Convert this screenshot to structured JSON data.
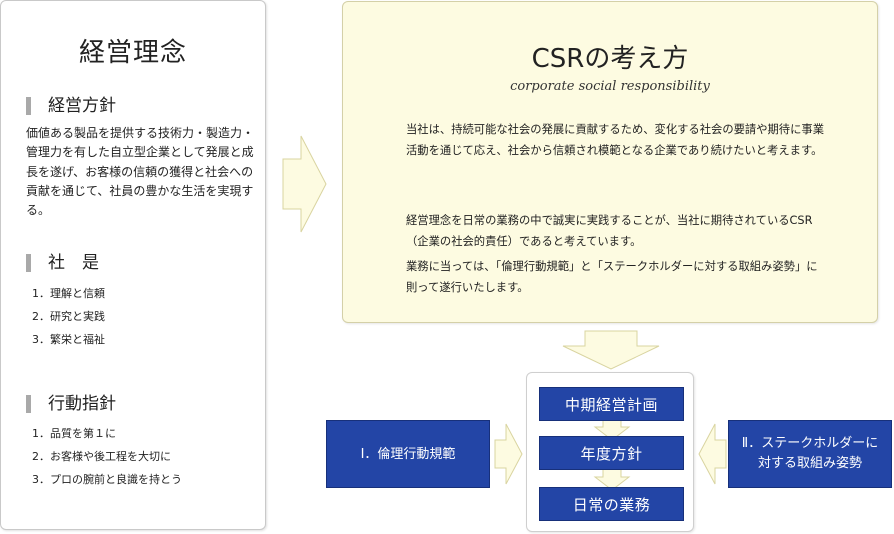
{
  "left_panel": {
    "title": "経営理念",
    "management_policy": {
      "heading": "経営方針",
      "text": "価値ある製品を提供する技術力・製造力・管理力を有した自立型企業として発展と成長を遂げ、お客様の信頼の獲得と社会への貢献を通じて、社員の豊かな生活を実現する。"
    },
    "company_motto": {
      "heading": "社　是",
      "items": [
        "1．理解と信頼",
        "2．研究と実践",
        "3．繁栄と福祉"
      ]
    },
    "code_of_conduct": {
      "heading": "行動指針",
      "items": [
        "1．品質を第１に",
        "2．お客様や後工程を大切に",
        "3．プロの腕前と良識を持とう"
      ]
    }
  },
  "csr_panel": {
    "title": "CSRの考え方",
    "subtitle": "corporate social responsibility",
    "paragraph1": "当社は、持続可能な社会の発展に貢献するため、変化する社会の要請や期待に事業活動を通じて応え、社会から信頼され模範となる企業であり続けたいと考えます。",
    "paragraph2": "経営理念を日常の業務の中で誠実に実践することが、当社に期待されているCSR（企業の社会的責任）であると考えています。",
    "paragraph3": "業務に当っては、「倫理行動規範」と「ステークホルダーに対する取組み姿勢」に則って遂行いたします。"
  },
  "flow": {
    "boxes": [
      "中期経営計画",
      "年度方針",
      "日常の業務"
    ]
  },
  "side_boxes": {
    "ethics": "Ⅰ．倫理行動規範",
    "stakeholder_line1": "Ⅱ．ステークホルダーに",
    "stakeholder_line2": "対する取組み姿勢"
  },
  "colors": {
    "box_blue": "#2345a6",
    "arrow_fill": "#fdfbe1",
    "arrow_stroke": "#d9d4a0",
    "panel_bg": "#fdfbe1"
  }
}
